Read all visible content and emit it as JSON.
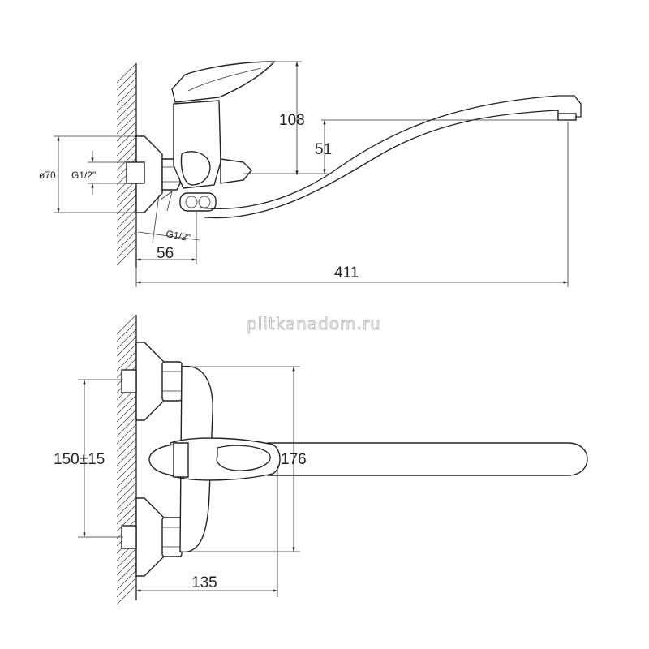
{
  "dimensions": {
    "height_108": "108",
    "height_51": "51",
    "wall_offset_56": "56",
    "total_reach_411": "411",
    "inlet_spacing": "150±15",
    "spout_width_176": "176",
    "body_depth_135": "135"
  },
  "labels": {
    "flange_dia": "ø70",
    "thread_inlet": "G1/2\"",
    "thread_angled": "G1/2\""
  },
  "watermark": "plitkanadom.ru",
  "colors": {
    "line": "#222222",
    "watermark_outline": "#b8b8b8",
    "background": "#ffffff"
  }
}
